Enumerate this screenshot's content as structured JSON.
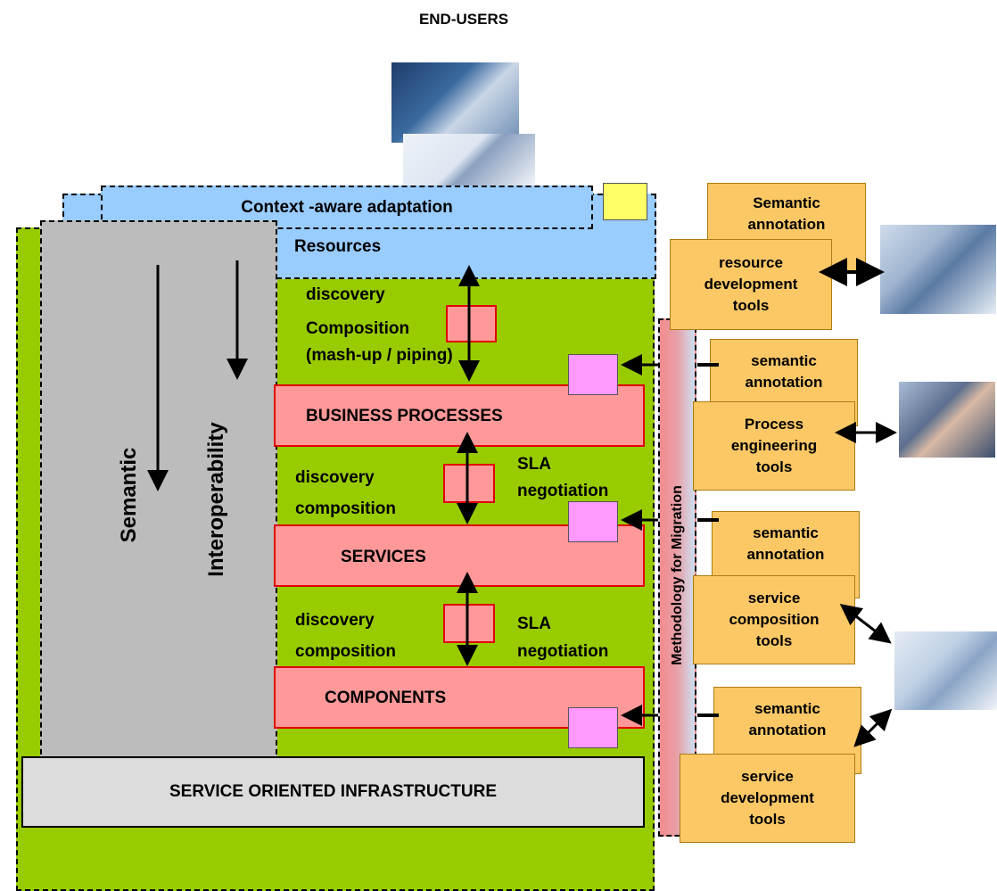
{
  "title": "END-USERS",
  "layers": {
    "context": "Context -aware adaptation",
    "resources": "Resources",
    "business": "BUSINESS PROCESSES",
    "services": "SERVICES",
    "components": "COMPONENTS",
    "infrastructure": "SERVICE ORIENTED INFRASTRUCTURE"
  },
  "vertical": {
    "semantic": "Semantic",
    "interoperability": "Interoperability",
    "methodology": "Methodology for Migration"
  },
  "labels": {
    "discovery_top": "discovery",
    "composition_top_1": "Composition",
    "composition_top_2": "(mash-up / piping)",
    "discovery_mid": "discovery",
    "composition_mid": "composition",
    "sla_mid_1": "SLA",
    "sla_mid_2": "negotiation",
    "discovery_low": "discovery",
    "composition_low": "composition",
    "sla_low_1": "SLA",
    "sla_low_2": "negotiation"
  },
  "tools": {
    "t1_back": [
      "Semantic",
      "annotation"
    ],
    "t1_front": [
      "resource",
      "development",
      "tools"
    ],
    "t2_back": [
      "semantic",
      "annotation"
    ],
    "t2_front": [
      "Process",
      "engineering",
      "tools"
    ],
    "t3_back": [
      "semantic",
      "annotation"
    ],
    "t3_front": [
      "service",
      "composition",
      "tools"
    ],
    "t4_back": [
      "semantic",
      "annotation"
    ],
    "t4_front": [
      "service",
      "development",
      "tools"
    ]
  },
  "colors": {
    "outer_green": "#99cc00",
    "resources_blue": "#99ccff",
    "layer_pink": "#ff9999",
    "layer_border": "#e00000",
    "tool_orange": "#fcc866",
    "note_magenta": "#ff99ff",
    "note_yellow": "#ffff66",
    "semantic_grey": "#bcbcbc",
    "infra_grey": "#dcdcdc"
  }
}
